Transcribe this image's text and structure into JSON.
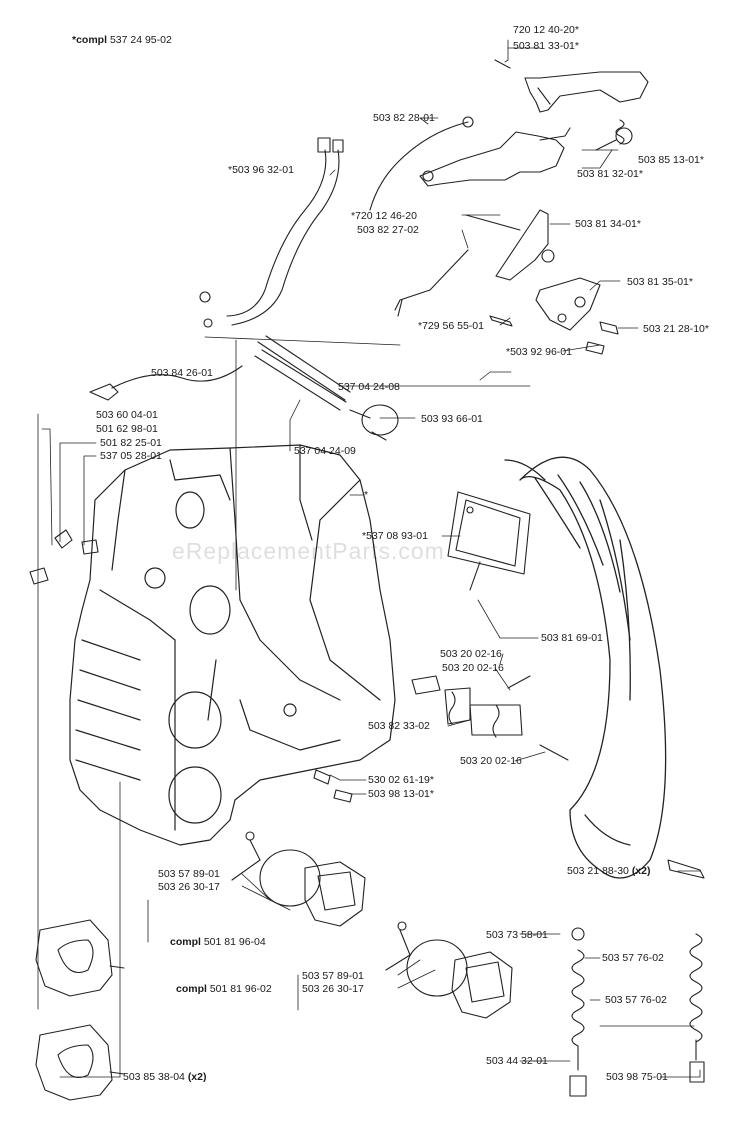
{
  "header": {
    "compl_prefix": "*compl",
    "compl_number": "537 24 95-02"
  },
  "watermark": "eReplacementParts.com",
  "parts": {
    "p_720_12_40_20": "720 12 40-20*",
    "p_503_81_33_01": "503 81 33-01*",
    "p_503_82_28_01": "503 82 28-01",
    "p_503_96_32_01": "*503 96 32-01",
    "p_503_85_13_01": "503 85 13-01*",
    "p_503_81_32_01": "503 81 32-01*",
    "p_720_12_46_20": "*720 12 46-20",
    "p_503_81_34_01": "503 81 34-01*",
    "p_503_82_27_02": "503 82 27-02",
    "p_503_81_35_01": "503 81 35-01*",
    "p_729_56_55_01": "*729 56 55-01",
    "p_503_21_28_10": "503 21 28-10*",
    "p_503_92_96_01": "*503 92 96-01",
    "p_503_84_26_01": "503 84 26-01",
    "p_537_04_24_08": "537 04 24-08",
    "p_503_60_04_01": "503 60 04-01",
    "p_501_62_98_01": "501 62 98-01",
    "p_503_93_66_01": "503 93 66-01",
    "p_501_82_25_01": "501 82 25-01",
    "p_537_05_28_01": "537 05 28-01",
    "p_537_04_24_09": "537 04 24-09",
    "p_star": "*",
    "p_537_08_93_01": "*537 08 93-01",
    "p_503_81_69_01": "503 81 69-01",
    "p_503_20_02_16_a": "503 20 02-16",
    "p_503_20_02_16_b": "503 20 02-16",
    "p_503_82_33_02": "503 82 33-02",
    "p_503_20_02_16_c": "503 20 02-16",
    "p_530_02_61_19": "530 02 61-19*",
    "p_503_98_13_01": "503 98 13-01*",
    "p_503_21_88_30": "503 21 88-30",
    "p_503_21_88_30_qty": "(x2)",
    "p_503_57_89_01_a": "503 57 89-01",
    "p_503_26_30_17_a": "503 26 30-17",
    "p_compl_a_prefix": "compl",
    "p_compl_a_number": "501 81 96-04",
    "p_503_73_58_01": "503 73 58-01",
    "p_503_57_76_02_a": "503 57 76-02",
    "p_503_57_89_01_b": "503 57 89-01",
    "p_compl_b_prefix": "compl",
    "p_compl_b_number": "501 81 96-02",
    "p_503_26_30_17_b": "503 26 30-17",
    "p_503_57_76_02_b": "503 57 76-02",
    "p_503_85_38_04": "503 85 38-04",
    "p_503_85_38_04_qty": "(x2)",
    "p_503_44_32_01": "503 44 32-01",
    "p_503_98_75_01": "503 98 75-01"
  }
}
